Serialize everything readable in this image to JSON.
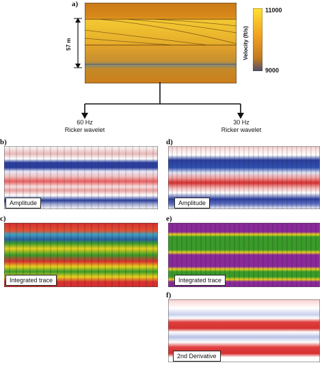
{
  "labels": {
    "a": "a)",
    "b": "b)",
    "c": "c)",
    "d": "d)",
    "e": "e)",
    "f": "f)"
  },
  "model": {
    "thickness": "57 m",
    "colorbar_title": "Velocity (ft/s)",
    "colorbar_max": "11000",
    "colorbar_min": "9000"
  },
  "branches": {
    "left_line1": "60 Hz",
    "left_line2": "Ricker wavelet",
    "right_line1": "30 Hz",
    "right_line2": "Ricker wavelet"
  },
  "tags": {
    "b": "Amplitude",
    "c": "Integrated trace",
    "d": "Amplitude",
    "e": "Integrated trace",
    "f": "2nd Derivative"
  },
  "colors": {
    "model_orange": "#d98a1a",
    "model_yellow": "#f0c030",
    "amp_red": "#d63030",
    "amp_blue": "#2a3e9c",
    "green": "#3a9a2a",
    "purple": "#8a2a9a"
  }
}
